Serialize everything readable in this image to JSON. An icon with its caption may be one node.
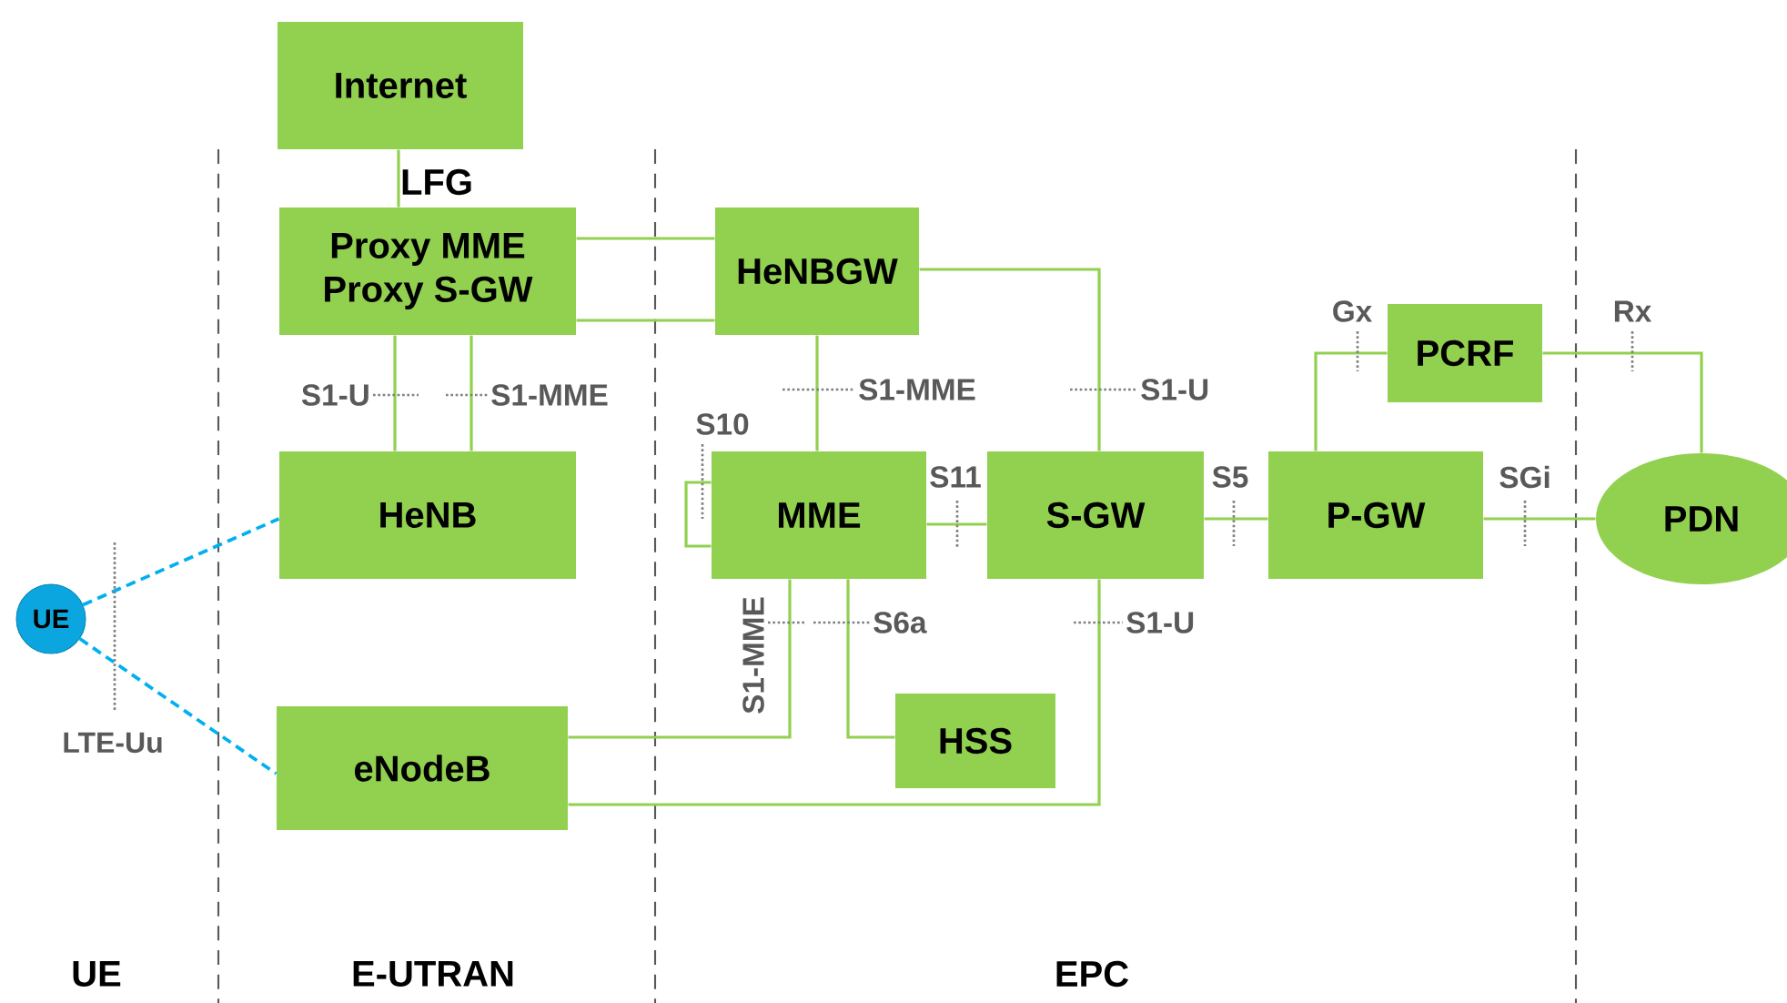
{
  "diagram": {
    "nodes": [
      {
        "text": [
          "Internet"
        ]
      },
      {
        "text": [
          "LFG",
          "Proxy MME",
          "Proxy S-GW"
        ]
      },
      {
        "text": [
          "HeNBGW"
        ]
      },
      {
        "text": [
          "HeNB"
        ]
      },
      {
        "text": [
          "MME"
        ]
      },
      {
        "text": [
          "S-GW"
        ]
      },
      {
        "text": [
          "P-GW"
        ]
      },
      {
        "text": [
          "PCRF"
        ]
      },
      {
        "text": [
          "PDN"
        ]
      },
      {
        "text": [
          "UE"
        ]
      },
      {
        "text": [
          "eNodeB"
        ]
      },
      {
        "text": [
          "HSS"
        ]
      }
    ],
    "edges": [
      {
        "from": 0,
        "to": 1,
        "arrow": "none"
      },
      {
        "from": 1,
        "to": 2,
        "arrow": "none"
      },
      {
        "from": 1,
        "to": 2,
        "arrow": "none"
      },
      {
        "from": 1,
        "to": 3,
        "arrow": "none",
        "label": "S1-U"
      },
      {
        "from": 1,
        "to": 3,
        "arrow": "none",
        "label": "S1-MME"
      },
      {
        "from": 2,
        "to": 4,
        "arrow": "none",
        "label": "S1-MME"
      },
      {
        "from": 2,
        "to": 5,
        "arrow": "none",
        "label": "S1-U"
      },
      {
        "from": 4,
        "to": 4,
        "arrow": "none",
        "label": "S10"
      },
      {
        "from": 4,
        "to": 5,
        "arrow": "none",
        "label": "S11"
      },
      {
        "from": 5,
        "to": 6,
        "arrow": "none",
        "label": "S5"
      },
      {
        "from": 6,
        "to": 7,
        "arrow": "none",
        "label": "Gx"
      },
      {
        "from": 7,
        "to": 8,
        "arrow": "none",
        "label": "Rx"
      },
      {
        "from": 6,
        "to": 8,
        "arrow": "none",
        "label": "SGi"
      },
      {
        "from": 4,
        "to": 11,
        "arrow": "none",
        "label": "S6a"
      },
      {
        "from": 4,
        "to": 10,
        "arrow": "none",
        "label": "S1-MME"
      },
      {
        "from": 5,
        "to": 10,
        "arrow": "none",
        "label": "S1-U"
      },
      {
        "from": 9,
        "to": 3,
        "arrow": "none",
        "style": "dashed",
        "color": "#00b0f0"
      },
      {
        "from": 9,
        "to": 10,
        "arrow": "none",
        "style": "dashed",
        "color": "#00b0f0"
      }
    ],
    "labels": [
      "LTE-Uu",
      "UE",
      "E-UTRAN",
      "EPC"
    ]
  }
}
